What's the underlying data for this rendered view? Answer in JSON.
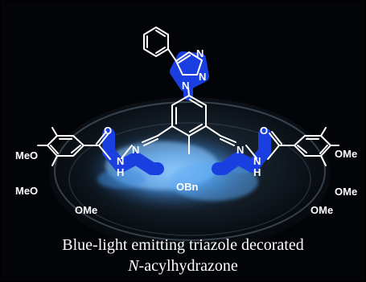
{
  "caption": {
    "line1": "Blue-light emitting triazole decorated",
    "line2_italic": "N",
    "line2_rest": "-acylhydrazone"
  },
  "atoms": {
    "triazole_n1": "N",
    "triazole_n2": "N",
    "triazole_n3": "N",
    "carbonyl_o_left": "O",
    "carbonyl_o_right": "O",
    "hydrazone_n_left": "N",
    "hydrazone_nh_left": "N",
    "hydrazone_h_left": "H",
    "hydrazone_n_right": "N",
    "hydrazone_nh_right": "N",
    "hydrazone_h_right": "H",
    "benzyloxy": "OBn",
    "meo_left_1": "MeO",
    "meo_left_2": "MeO",
    "ome_left_3": "OMe",
    "ome_right_1": "OMe",
    "ome_right_2": "OMe",
    "ome_right_3": "OMe"
  },
  "colors": {
    "background": "#030407",
    "highlight": "#1a3fe0",
    "bond": "#ffffff",
    "glow": "#4fa6ff"
  }
}
